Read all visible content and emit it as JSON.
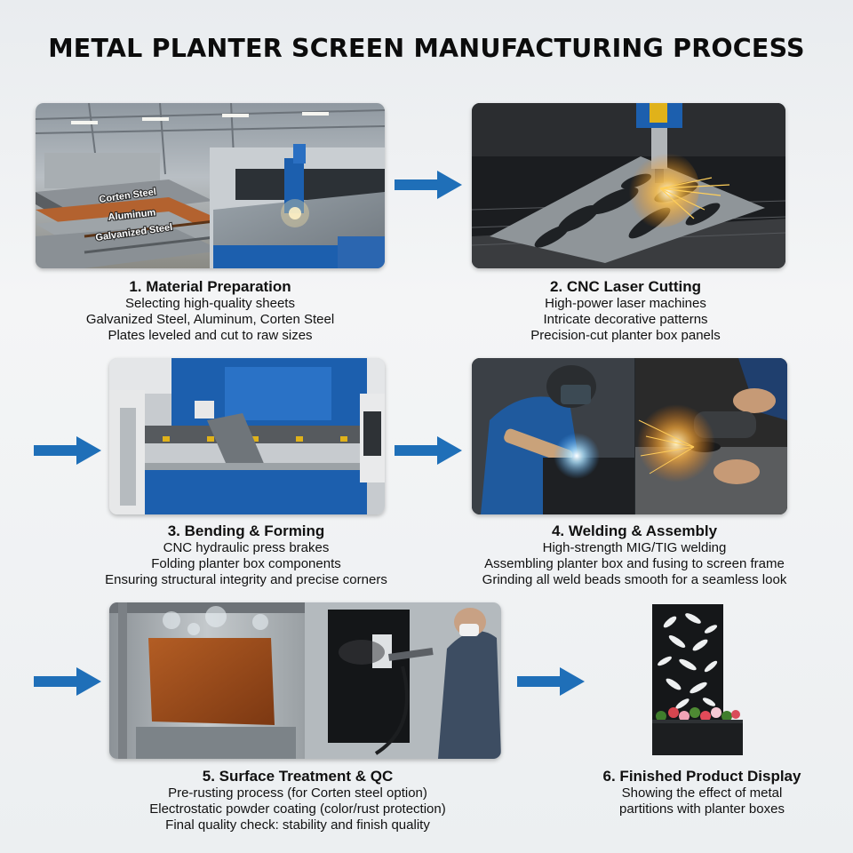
{
  "title": "METAL PLANTER SCREEN MANUFACTURING PROCESS",
  "colors": {
    "arrow": "#1f6fb8",
    "machine_blue": "#1c5fae",
    "corten": "#9a4a1a"
  },
  "steps": [
    {
      "heading": "1. Material Preparation",
      "lines": [
        "Selecting high-quality sheets",
        "Galvanized Steel, Aluminum, Corten Steel",
        "Plates leveled and cut to raw sizes"
      ],
      "photo_labels": [
        "Corten Steel",
        "Aluminum",
        "Galvanized Steel"
      ]
    },
    {
      "heading": "2. CNC Laser Cutting",
      "lines": [
        "High-power laser machines",
        "Intricate decorative patterns",
        "Precision-cut planter box panels"
      ]
    },
    {
      "heading": "3. Bending & Forming",
      "lines": [
        "CNC hydraulic press brakes",
        "Folding planter box components",
        "Ensuring structural integrity and precise corners"
      ]
    },
    {
      "heading": "4. Welding & Assembly",
      "lines": [
        "High-strength MIG/TIG welding",
        "Assembling planter box and fusing to screen frame",
        "Grinding all weld beads smooth for a seamless look"
      ]
    },
    {
      "heading": "5. Surface Treatment & QC",
      "lines": [
        "Pre-rusting process (for Corten steel option)",
        "Electrostatic powder coating (color/rust protection)",
        "Final quality check: stability and finish quality"
      ]
    },
    {
      "heading": "6. Finished Product Display",
      "lines": [
        "Showing the effect of metal",
        "partitions with planter boxes"
      ]
    }
  ],
  "icons": [
    "arrow-right-icon"
  ]
}
